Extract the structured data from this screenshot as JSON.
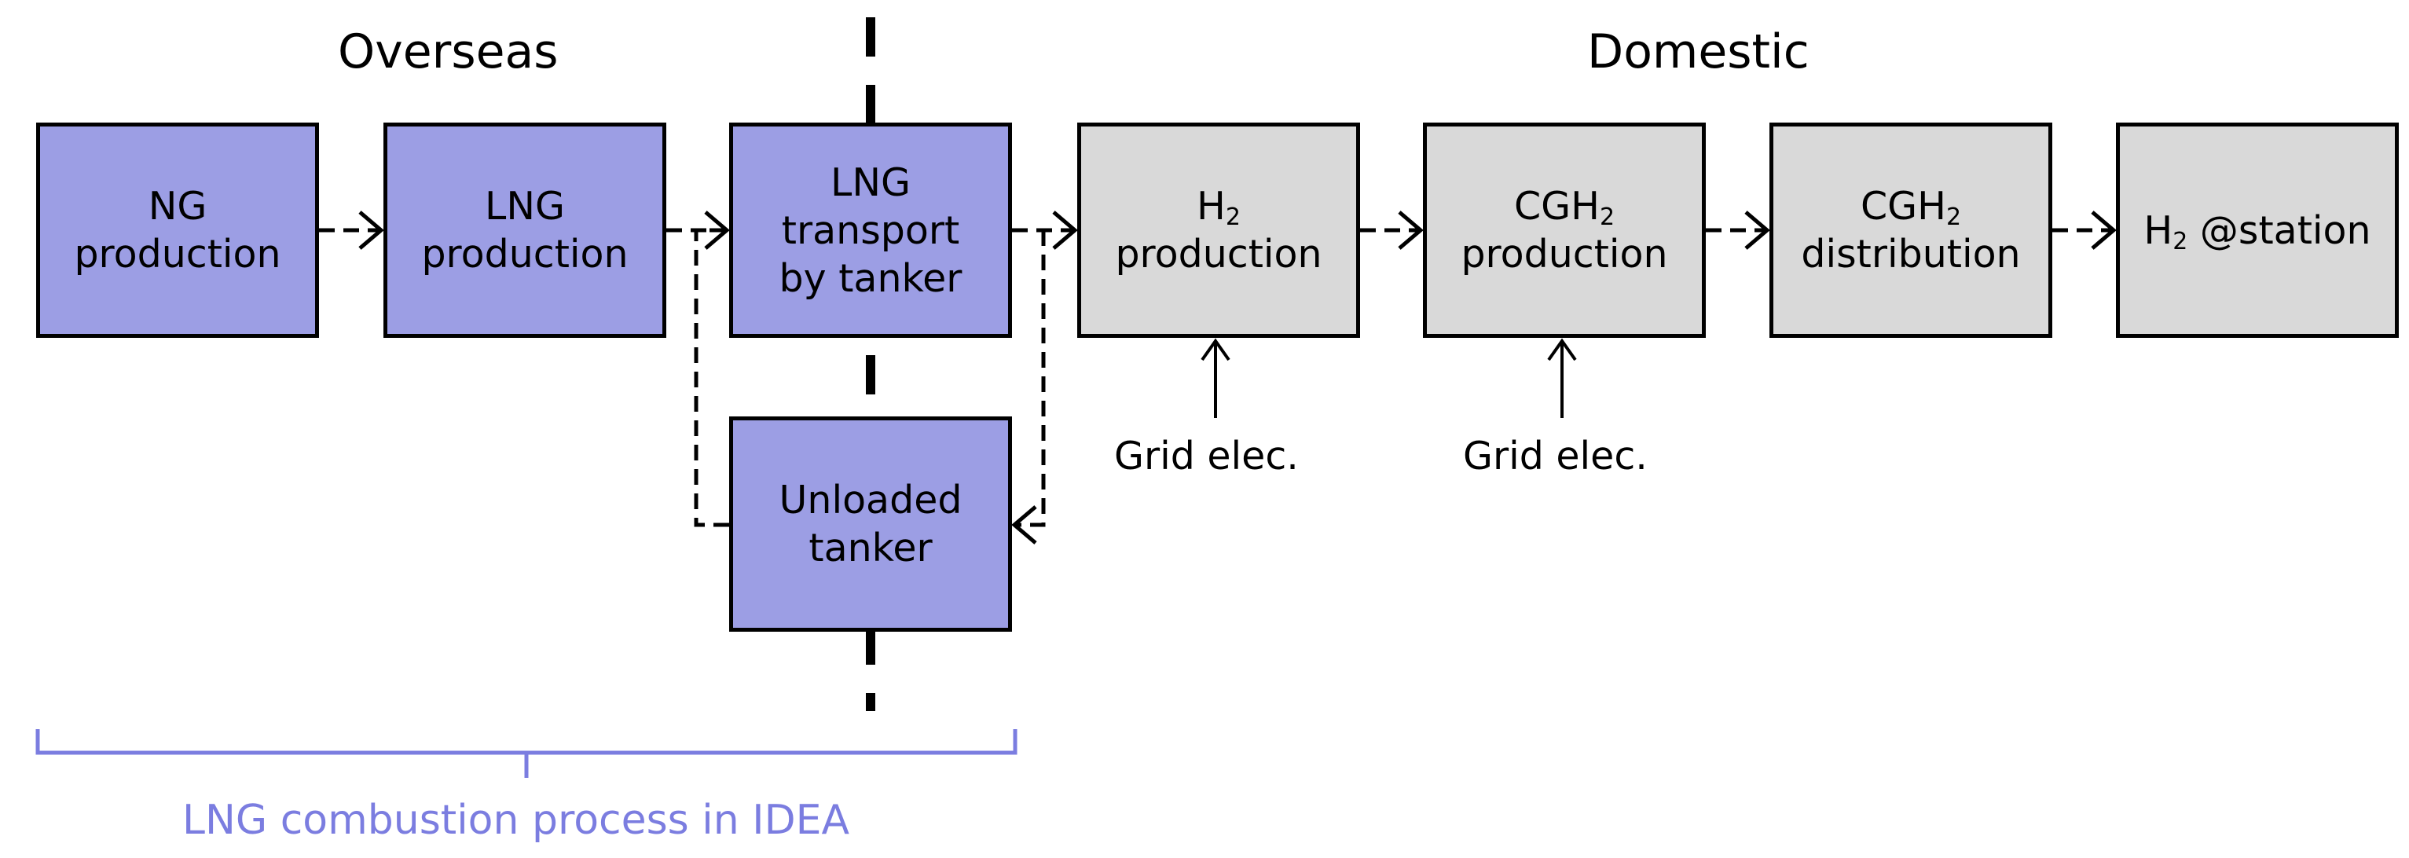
{
  "regions": {
    "overseas": "Overseas",
    "domestic": "Domestic"
  },
  "boxes": {
    "ng": {
      "line1": "NG",
      "line2": "production"
    },
    "lng_prod": {
      "line1": "LNG",
      "line2": "production"
    },
    "lng_trans": {
      "line1": "LNG",
      "line2": "transport",
      "line3": "by tanker"
    },
    "unloaded": {
      "line1": "Unloaded",
      "line2": "tanker"
    },
    "h2_prod": {
      "main": "H",
      "sub": "2",
      "line2": "production"
    },
    "cgh2_prod": {
      "main": "CGH",
      "sub": "2",
      "line2": "production"
    },
    "cgh2_dist": {
      "main": "CGH",
      "sub": "2",
      "line2": "distribution"
    },
    "station": {
      "main": "H",
      "sub": "2",
      "rest": " @station"
    }
  },
  "inputs": {
    "grid_1": "Grid elec.",
    "grid_2": "Grid elec."
  },
  "bracket_label": "LNG combustion process in IDEA",
  "colors": {
    "process_fill": "#9c9ee4",
    "domestic_fill": "#d9d9d9",
    "bracket": "#7b7de0"
  }
}
